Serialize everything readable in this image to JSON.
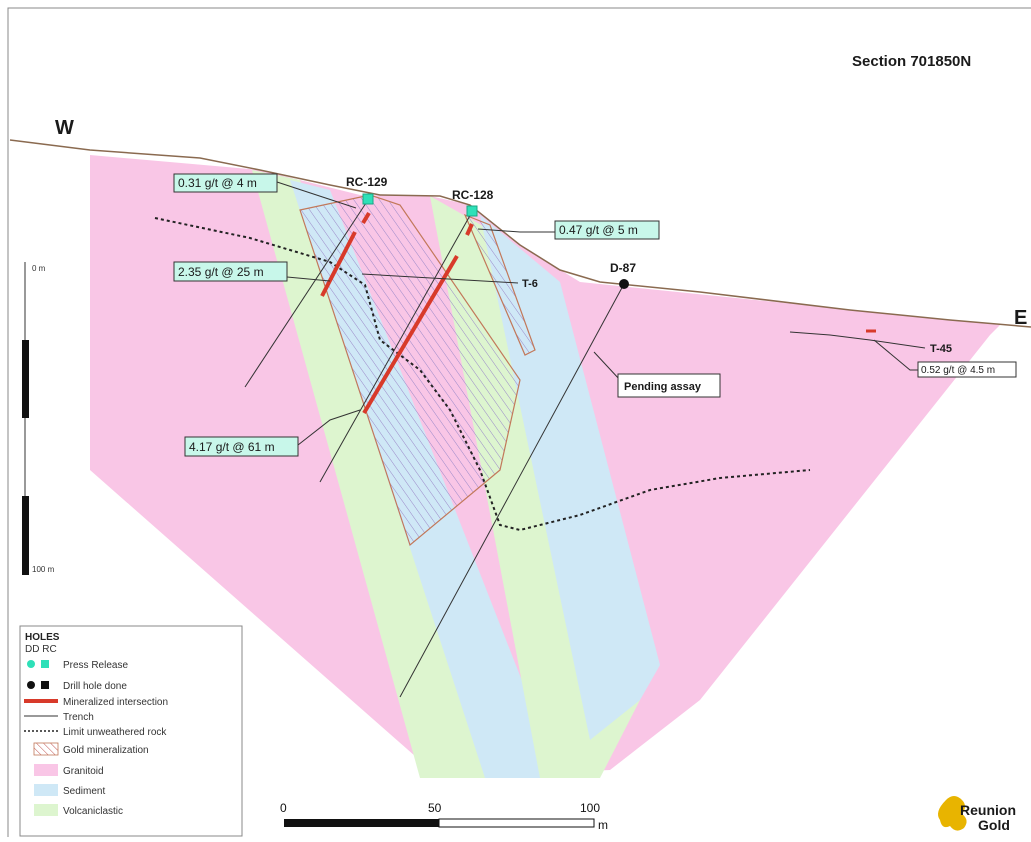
{
  "section_title": "Section 701850N",
  "directions": {
    "west": "W",
    "east": "E"
  },
  "holes": {
    "rc129": "RC-129",
    "rc128": "RC-128",
    "d87": "D-87"
  },
  "trenches": {
    "t6": "T-6",
    "t45": "T-45"
  },
  "assays": {
    "a1": "0.31 g/t @ 4 m",
    "a2": "0.47 g/t @ 5 m",
    "a3": "2.35 g/t @ 25 m",
    "a4": "4.17 g/t @ 61 m",
    "a5": "0.52 g/t @ 4.5 m",
    "pending": "Pending assay"
  },
  "depth_scale": {
    "top": "0 m",
    "bottom": "100 m"
  },
  "horizontal_scale": {
    "tick_0": "0",
    "tick_50": "50",
    "tick_100": "100",
    "unit": "m"
  },
  "legend": {
    "title": "HOLES",
    "subtitle": "DD RC",
    "press_release": "Press Release",
    "drill_done": "Drill hole done",
    "mineralized": "Mineralized intersection",
    "trench": "Trench",
    "limit": "Limit unweathered rock",
    "gold": "Gold mineralization",
    "granitoid": "Granitoid",
    "sediment": "Sediment",
    "volcaniclastic": "Volcaniclastic"
  },
  "logo": {
    "line1": "Reunion",
    "line2": "Gold"
  },
  "colors": {
    "granitoid": "#f9c6e6",
    "sediment": "#cfe8f6",
    "volcaniclastic": "#ddf5cf",
    "mineralized": "#d83a2a",
    "press_release": "#2ee0b8",
    "assay_box": "#c8f7ea",
    "topography": "#8a6a50",
    "logo": "#e8b400"
  }
}
